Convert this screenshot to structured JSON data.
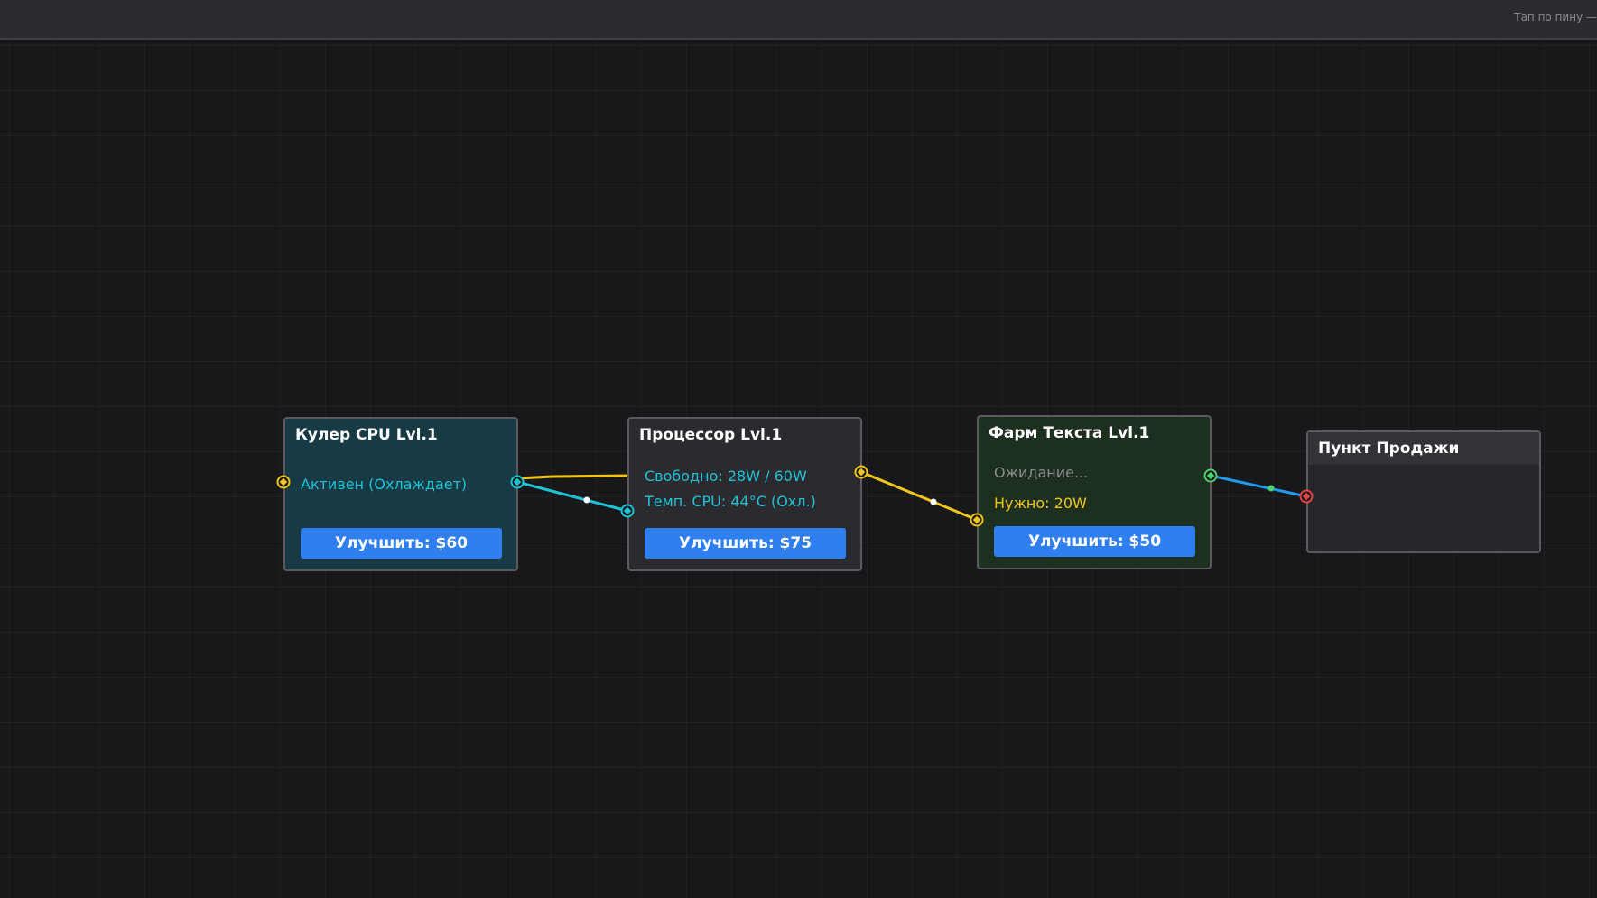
{
  "header": {
    "hint": "Тап по пину — "
  },
  "nodes": {
    "cooler": {
      "title": "Кулер CPU Lvl.1",
      "status": "Активен (Охлаждает)",
      "upgrade_label": "Улучшить: $60"
    },
    "cpu": {
      "title": "Процессор Lvl.1",
      "power": "Свободно: 28W / 60W",
      "temp": "Темп. CPU: 44°C (Охл.)",
      "upgrade_label": "Улучшить: $75"
    },
    "farm": {
      "title": "Фарм Текста Lvl.1",
      "status": "Ожидание...",
      "need": "Нужно: 20W",
      "upgrade_label": "Улучшить: $50"
    },
    "sale": {
      "title": "Пункт Продажи"
    }
  },
  "colors": {
    "power": "#f0c419",
    "cooling": "#1ec3d6",
    "data": "#1e9bef",
    "data_pin": "#4ed06a",
    "sale_pin": "#e84545",
    "button": "#2f7ff0"
  },
  "pin_icons": {
    "power": "diamond-pin-icon",
    "cooling": "diamond-pin-icon",
    "data": "diamond-pin-icon",
    "sale": "diamond-pin-icon"
  }
}
